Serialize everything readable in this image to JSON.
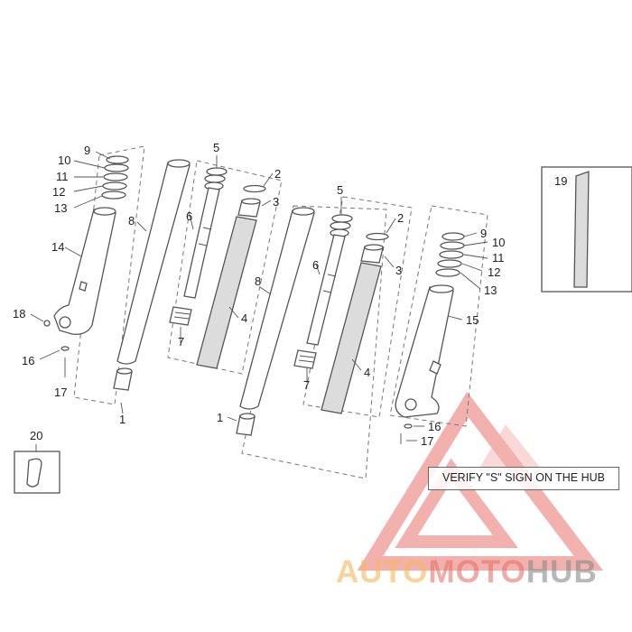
{
  "callouts": {
    "c1a": "1",
    "c1b": "1",
    "c2a": "2",
    "c2b": "2",
    "c3a": "3",
    "c3b": "3",
    "c4a": "4",
    "c4b": "4",
    "c5a": "5",
    "c5b": "5",
    "c6a": "6",
    "c6b": "6",
    "c7a": "7",
    "c7b": "7",
    "c8a": "8",
    "c8b": "8",
    "c9a": "9",
    "c9b": "9",
    "c10a": "10",
    "c10b": "10",
    "c11a": "11",
    "c11b": "11",
    "c12a": "12",
    "c12b": "12",
    "c13a": "13",
    "c13b": "13",
    "c14": "14",
    "c15": "15",
    "c16a": "16",
    "c16b": "16",
    "c17a": "17",
    "c17b": "17",
    "c18": "18",
    "c19": "19",
    "c20": "20"
  },
  "note": "VERIFY \"S\" SIGN ON THE HUB",
  "watermark": {
    "part1": "AUTO",
    "part2": "MOTO",
    "part3": "HUB"
  },
  "colors": {
    "line": "#555555",
    "watermark_red": "#e8736b",
    "watermark_orange": "#f4b95a"
  }
}
